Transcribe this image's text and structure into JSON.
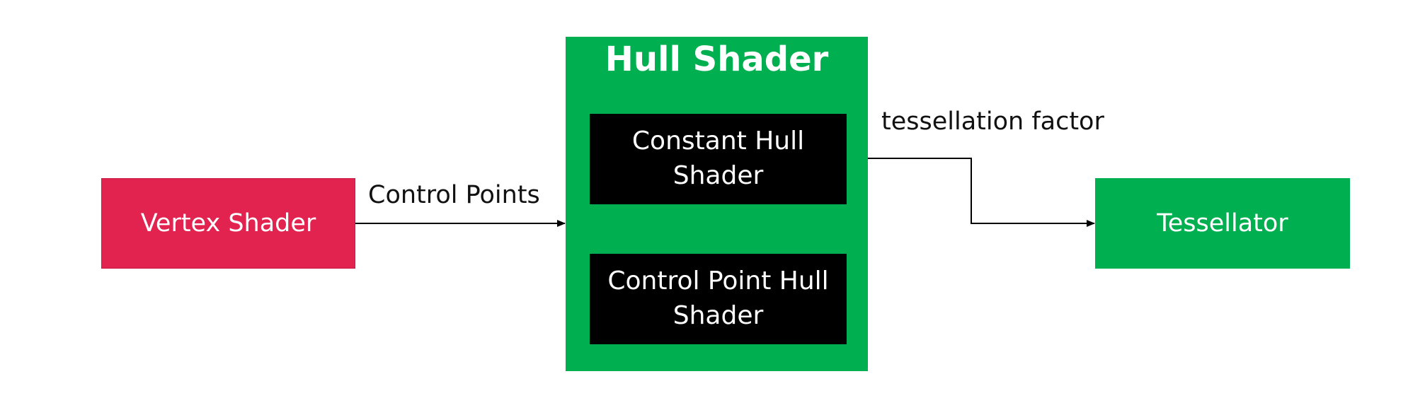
{
  "nodes": {
    "vertex_shader": "Vertex Shader",
    "hull_shader": "Hull Shader",
    "constant_hull_shader": "Constant Hull Shader",
    "control_point_hull_shader": "Control Point Hull Shader",
    "tessellator": "Tessellator"
  },
  "edges": {
    "control_points": "Control Points",
    "tessellation_factor": "tessellation factor"
  },
  "colors": {
    "vertex_shader": "#e3234f",
    "hull_shader": "#00b050",
    "sub_shader": "#000000",
    "tessellator": "#00b050",
    "arrow": "#000000"
  }
}
